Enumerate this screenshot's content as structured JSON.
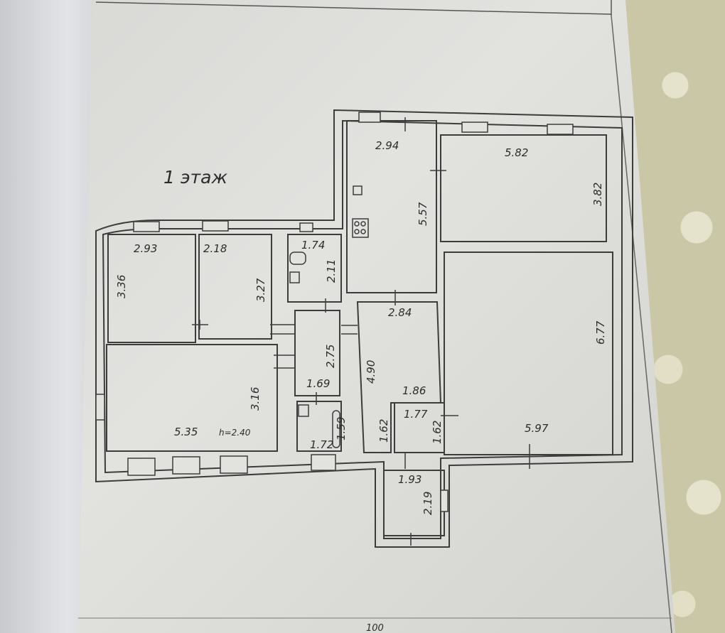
{
  "plan": {
    "title": "1 этаж",
    "page_number": "100",
    "rooms": [
      {
        "name": "room-1",
        "width": "2.93",
        "length": "3.36"
      },
      {
        "name": "room-2",
        "width": "2.18",
        "length": "3.27"
      },
      {
        "name": "living-room",
        "width": "5.35",
        "length": "3.16",
        "height": "h=2.40"
      },
      {
        "name": "toilet",
        "width": "1.74",
        "length": "2.11"
      },
      {
        "name": "hall",
        "width": "1.69",
        "length": "2.75"
      },
      {
        "name": "bathroom",
        "width": "1.72",
        "length": "1.59"
      },
      {
        "name": "kitchen",
        "width": "2.94",
        "length": "5.57"
      },
      {
        "name": "room-3",
        "width": "5.82",
        "length": "3.82"
      },
      {
        "name": "large-room",
        "width": "5.97",
        "length": "6.77"
      },
      {
        "name": "corridor",
        "width": "2.84",
        "length": "4.90",
        "width2": "1.86",
        "length2": "1.62"
      },
      {
        "name": "vestibule",
        "width": "1.77",
        "length": "1.62"
      },
      {
        "name": "porch",
        "width": "1.93",
        "length": "2.19"
      }
    ]
  }
}
